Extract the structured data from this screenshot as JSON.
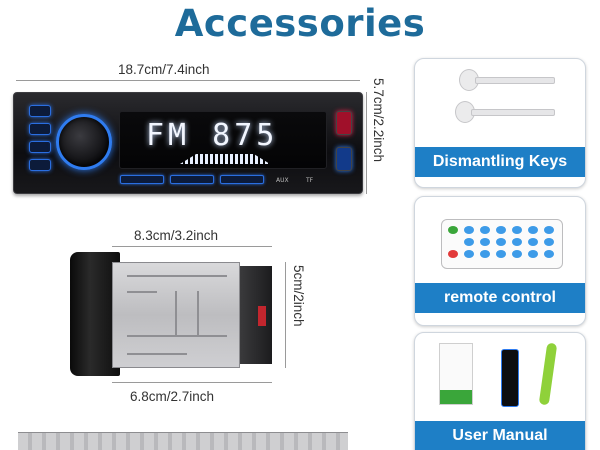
{
  "page": {
    "title": "Accessories"
  },
  "dimensions": {
    "front_width": "18.7cm/7.4inch",
    "front_height": "5.7cm/2.2inch",
    "chassis_depth_top": "8.3cm/3.2inch",
    "chassis_height": "5cm/2inch",
    "chassis_depth_bottom": "6.8cm/2.7inch"
  },
  "radio": {
    "display_text": "FM 875",
    "ports": [
      "AUX",
      "TF"
    ]
  },
  "accessories": [
    {
      "label": "Dismantling Keys"
    },
    {
      "label": "remote control"
    },
    {
      "label": "User Manual"
    }
  ],
  "colors": {
    "title": "#1e6b9a",
    "caption_bg": "#1e7fc6",
    "accent_blue": "#2f7cf0"
  }
}
